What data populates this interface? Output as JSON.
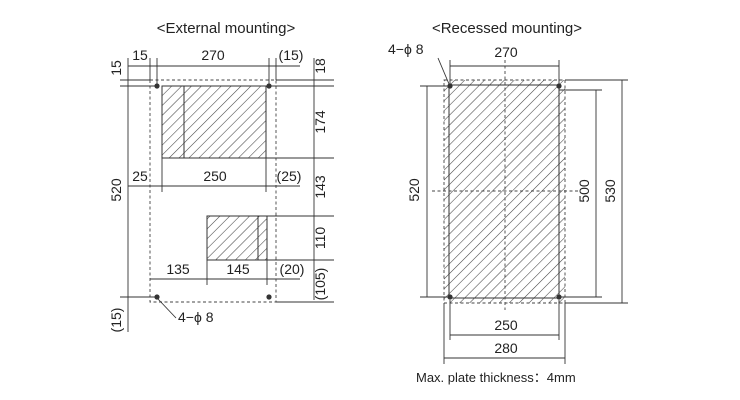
{
  "colors": {
    "line": "#333333",
    "text": "#222222",
    "background": "#ffffff"
  },
  "external": {
    "title": "<External mounting>",
    "dims": {
      "top_left_15": "15",
      "top_270": "270",
      "top_right_15": "(15)",
      "right_18": "18",
      "left_15": "15",
      "right_174": "174",
      "left_520": "520",
      "mid_25": "25",
      "mid_250": "250",
      "mid_right_25": "(25)",
      "right_143": "143",
      "right_110": "110",
      "bot_135": "135",
      "bot_145": "145",
      "bot_right_20": "(20)",
      "right_105": "(105)",
      "bottom_left_15": "(15)"
    },
    "holes_label": "4−ϕ 8"
  },
  "recessed": {
    "title": "<Recessed mounting>",
    "holes_label": "4−ϕ 8",
    "dims": {
      "top_270": "270",
      "left_520": "520",
      "right_500": "500",
      "right_530": "530",
      "bot_250": "250",
      "bot_280": "280"
    }
  },
  "note": "Max. plate thickness：4mm"
}
